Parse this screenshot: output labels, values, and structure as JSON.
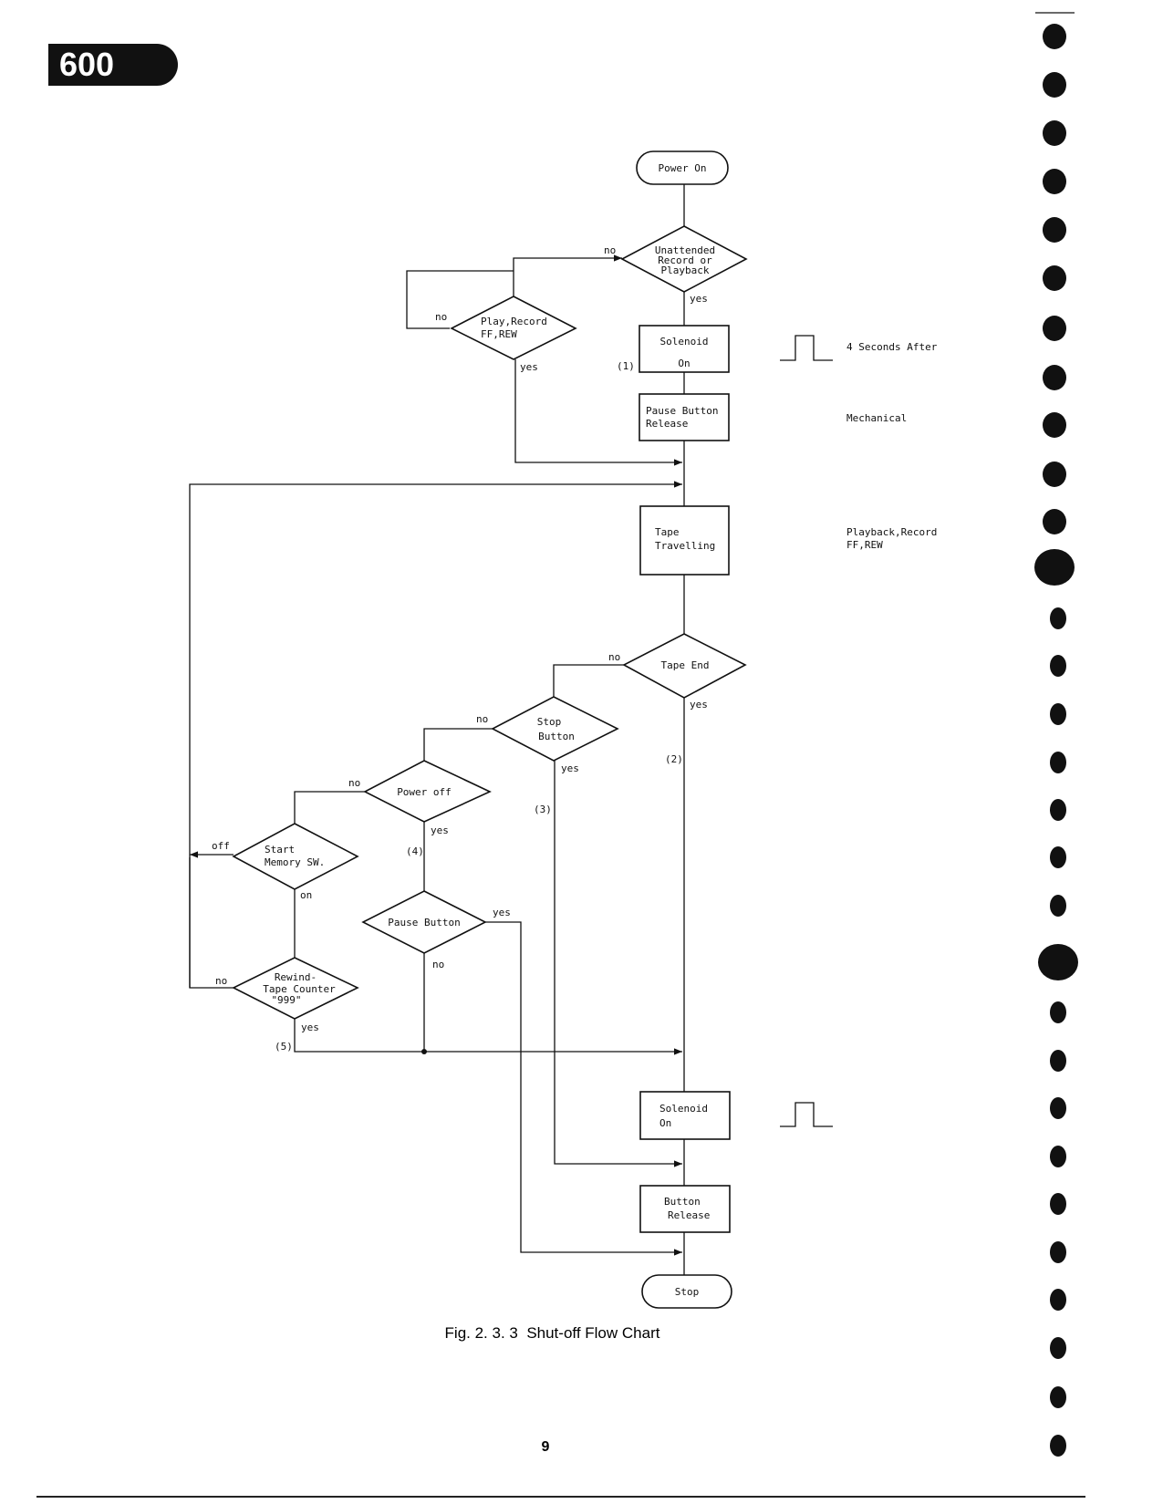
{
  "header": {
    "model_badge": "600"
  },
  "flowchart": {
    "power_on": "Power On",
    "unattended_1": "Unattended",
    "unattended_2": "Record or",
    "unattended_3": "Playback",
    "unattended_no": "no",
    "unattended_yes": "yes",
    "play_1": "Play,Record",
    "play_2": "FF,REW",
    "play_no": "no",
    "play_yes": "yes",
    "solenoid1_1": "Solenoid",
    "solenoid1_2": "On",
    "step1": "(1)",
    "pause_release_1": "Pause Button",
    "pause_release_2": "Release",
    "tape_travel_1": "Tape",
    "tape_travel_2": "Travelling",
    "tape_end": "Tape End",
    "tape_end_no": "no",
    "tape_end_yes": "yes",
    "step2": "(2)",
    "stop_1": "Stop",
    "stop_2": "Button",
    "stop_no": "no",
    "stop_yes": "yes",
    "step3": "(3)",
    "power_off": "Power off",
    "power_off_no": "no",
    "power_off_yes": "yes",
    "step4": "(4)",
    "start_mem_1": "Start",
    "start_mem_2": "Memory SW.",
    "start_mem_off": "off",
    "start_mem_on": "on",
    "pause_btn": "Pause Button",
    "pause_btn_yes": "yes",
    "pause_btn_no": "no",
    "rewind_1": "Rewind-",
    "rewind_2": "Tape Counter",
    "rewind_3": "\"999\"",
    "rewind_no": "no",
    "rewind_yes": "yes",
    "step5": "(5)",
    "solenoid2_1": "Solenoid",
    "solenoid2_2": "On",
    "button_release_1": "Button",
    "button_release_2": "Release",
    "stop_end": "Stop"
  },
  "annotations": {
    "four_seconds": "4 Seconds After",
    "mechanical": "Mechanical",
    "modes_1": "Playback,Record",
    "modes_2": "FF,REW"
  },
  "caption": {
    "fig_number": "Fig. 2. 3. 3",
    "fig_title": "Shut-off Flow Chart"
  },
  "footer": {
    "page_number": "9"
  }
}
